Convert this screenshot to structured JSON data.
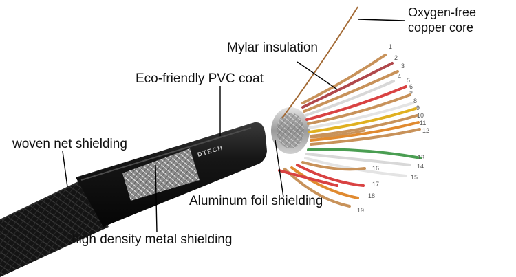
{
  "labels": {
    "oxygen_line1": "Oxygen-free",
    "oxygen_line2": "copper core",
    "mylar": "Mylar insulation",
    "pvc": "Eco-friendly PVC coat",
    "woven": "woven net shielding",
    "aluminum": "Aluminum foil shielding",
    "metal": "high density metal shielding"
  },
  "brand_text": "DTECH",
  "wire_numbers": [
    "1",
    "2",
    "3",
    "4",
    "5",
    "6",
    "7",
    "8",
    "9",
    "10",
    "11",
    "12",
    "13",
    "14",
    "15",
    "16",
    "17",
    "18",
    "19"
  ],
  "colors": {
    "cable_jacket": "#161616",
    "foil": "#b8b8b8",
    "copper": "#c8925a",
    "leader_line": "#000000"
  }
}
